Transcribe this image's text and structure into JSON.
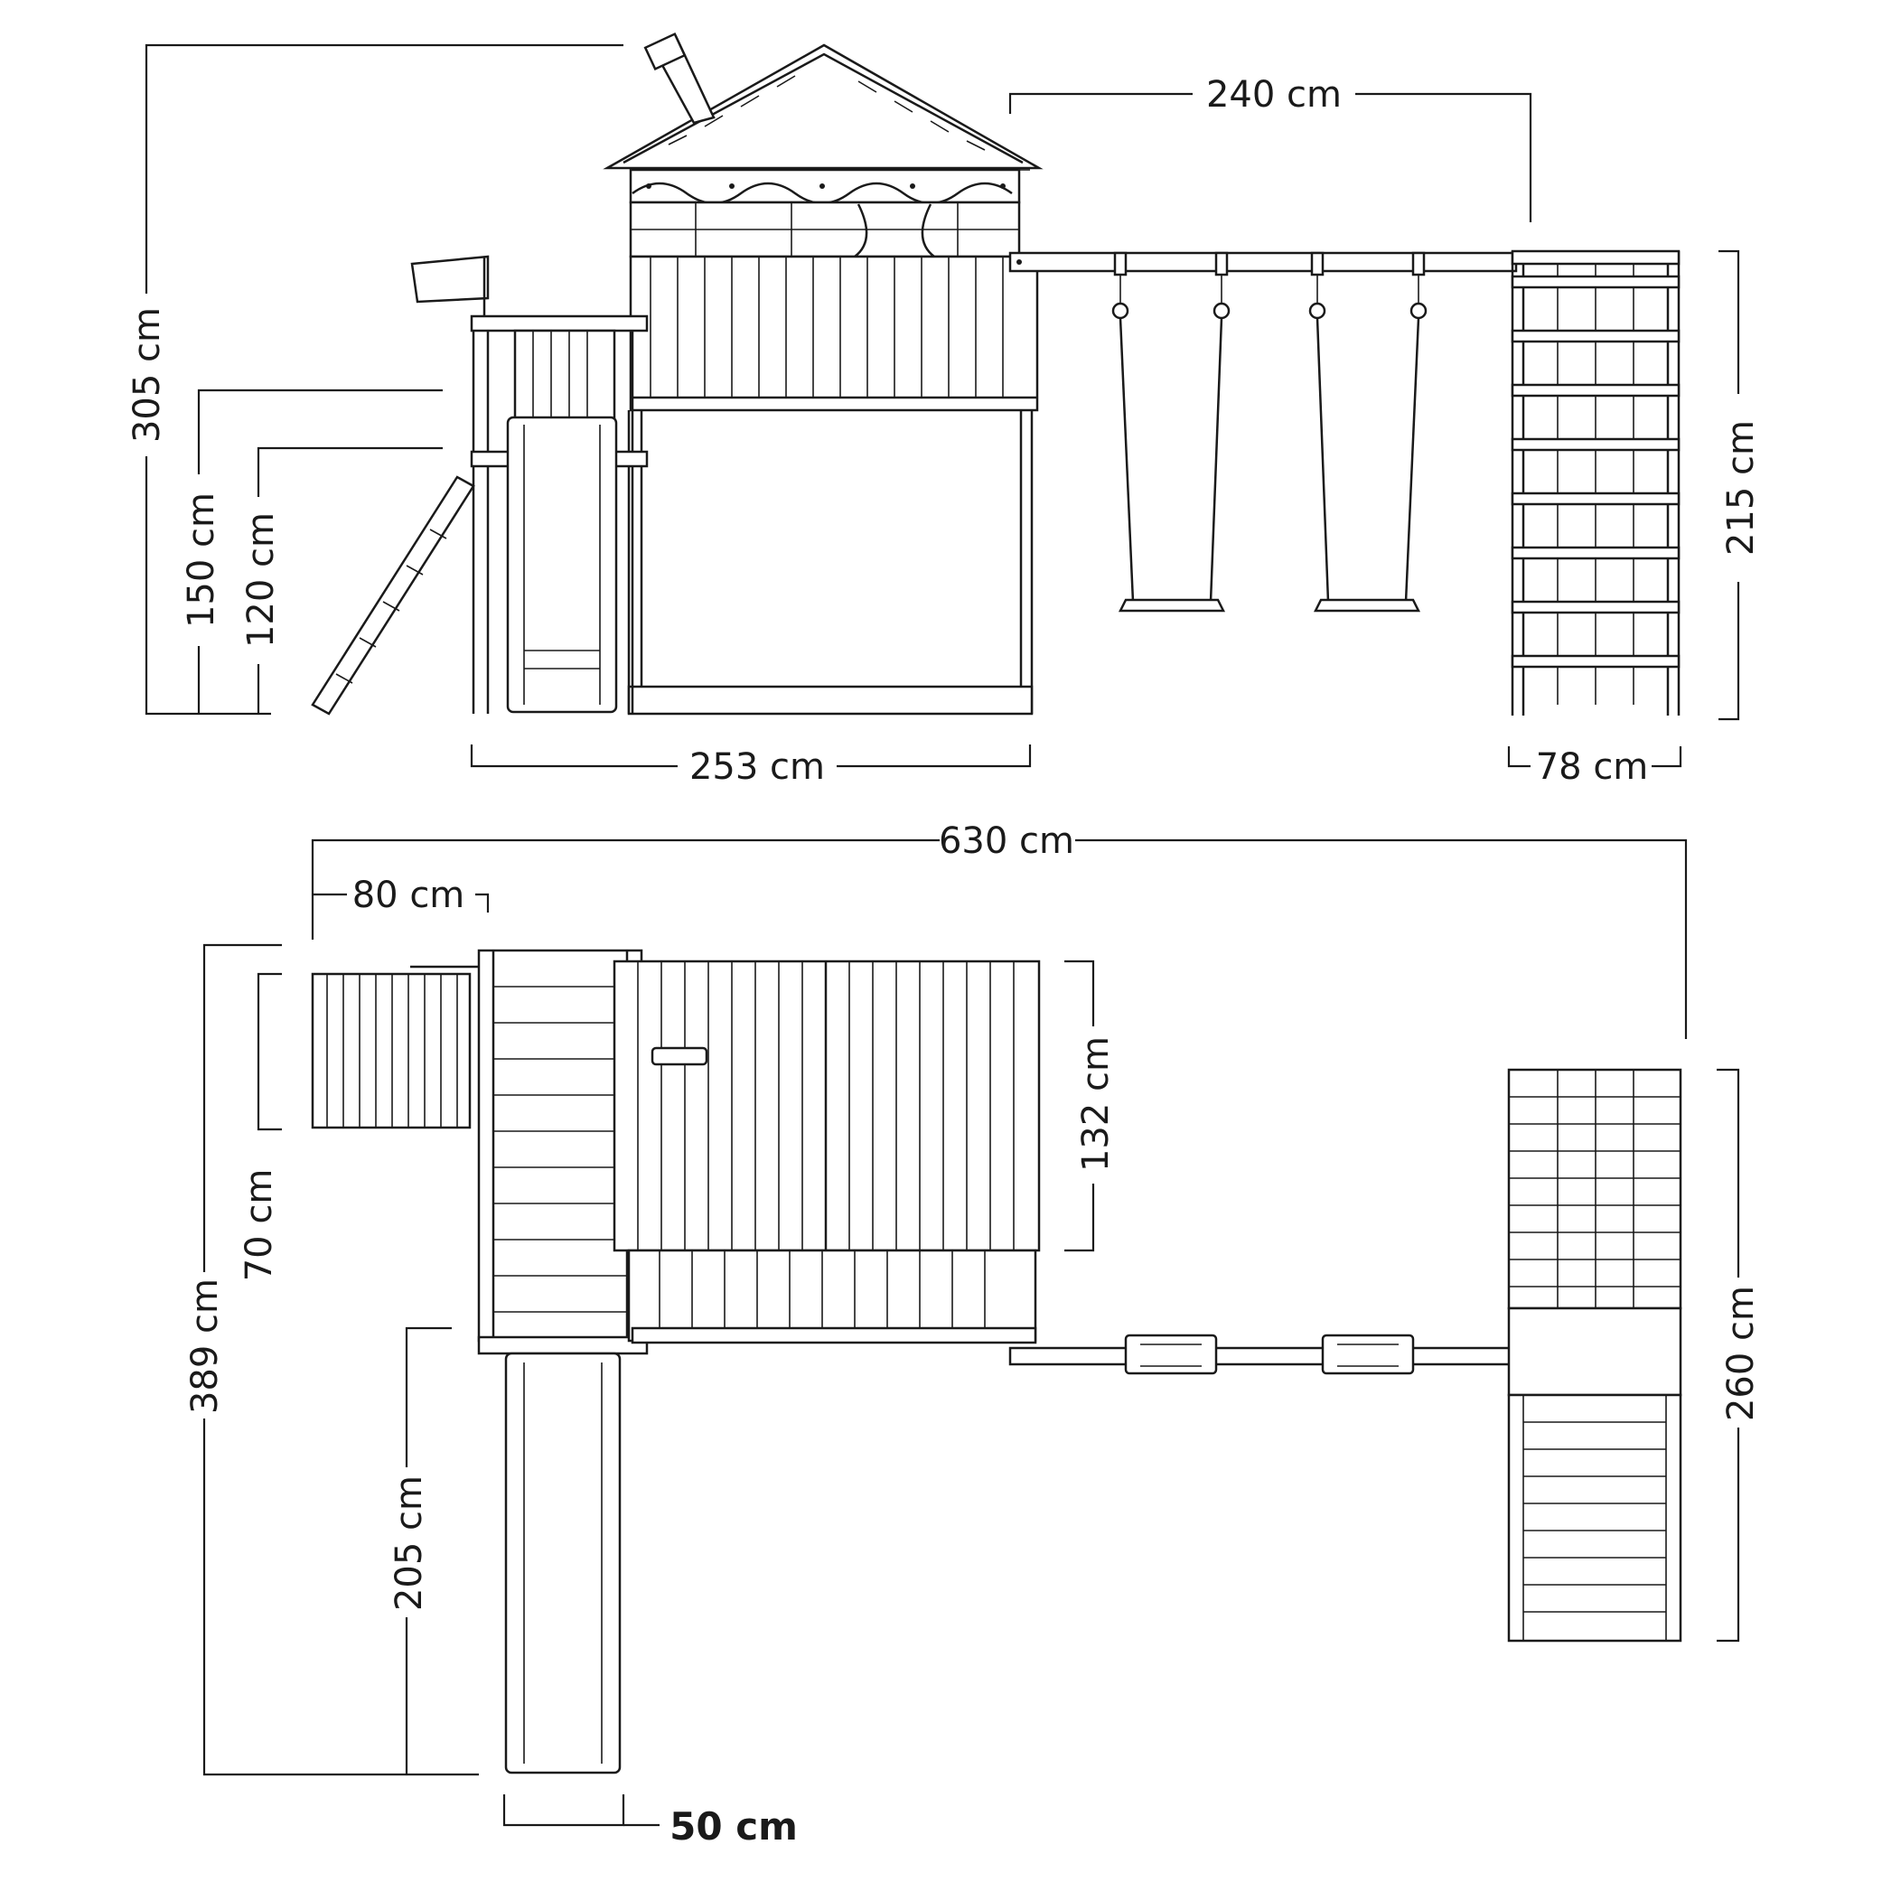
{
  "dimensions": {
    "front_total_height": "305 cm",
    "front_platform_high": "150 cm",
    "front_platform_low": "120 cm",
    "front_swing_beam": "240 cm",
    "front_house_width": "253 cm",
    "front_climber_height": "215 cm",
    "front_climber_width": "78 cm",
    "top_total_length": "630 cm",
    "top_ladder_width": "80 cm",
    "top_ladder_depth": "70 cm",
    "top_total_depth": "389 cm",
    "top_house_depth": "132 cm",
    "top_slide_length": "205 cm",
    "top_climber_length": "260 cm",
    "top_slide_width": "50 cm"
  },
  "colors": {
    "line": "#1a1a1a",
    "background": "#ffffff"
  }
}
